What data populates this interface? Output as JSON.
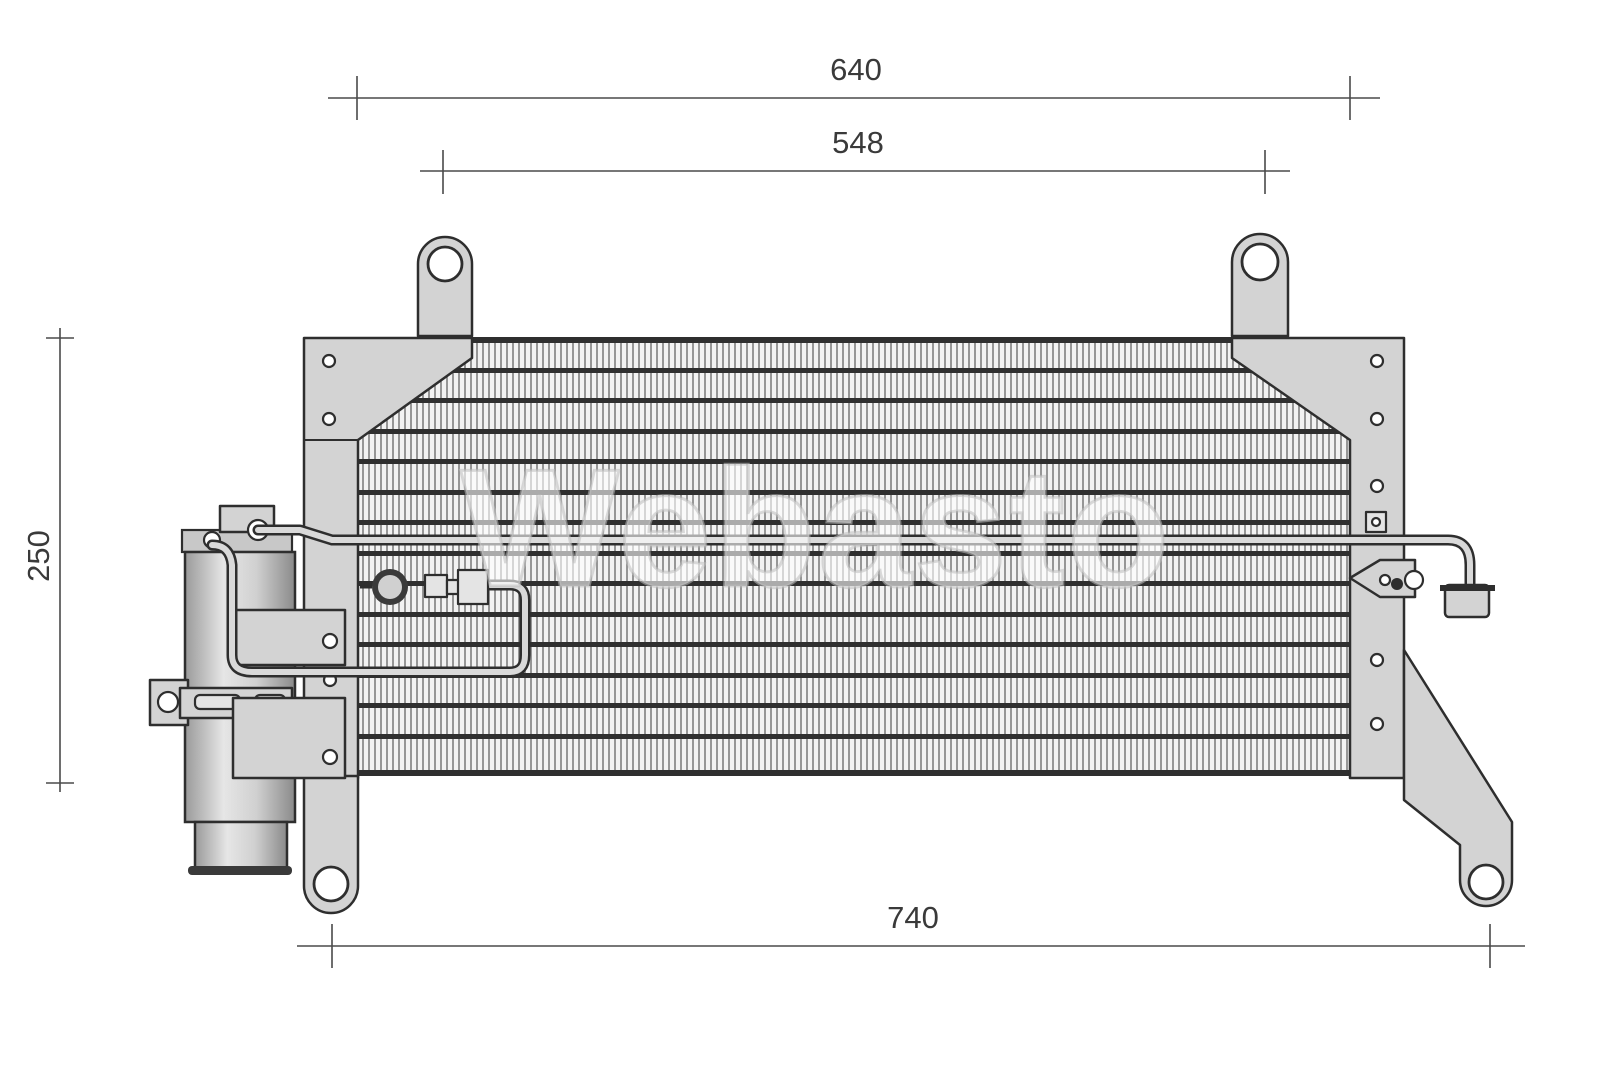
{
  "dimensions": {
    "top_width": "640",
    "mount_span": "548",
    "height": "250",
    "overall_width": "740"
  },
  "watermark": {
    "text": "Webasto",
    "color": "#ffffff"
  },
  "colors": {
    "line": "#2e2e2e",
    "part_fill": "#d3d3d3",
    "tube": "#2f2f2f",
    "background": "#ffffff"
  }
}
